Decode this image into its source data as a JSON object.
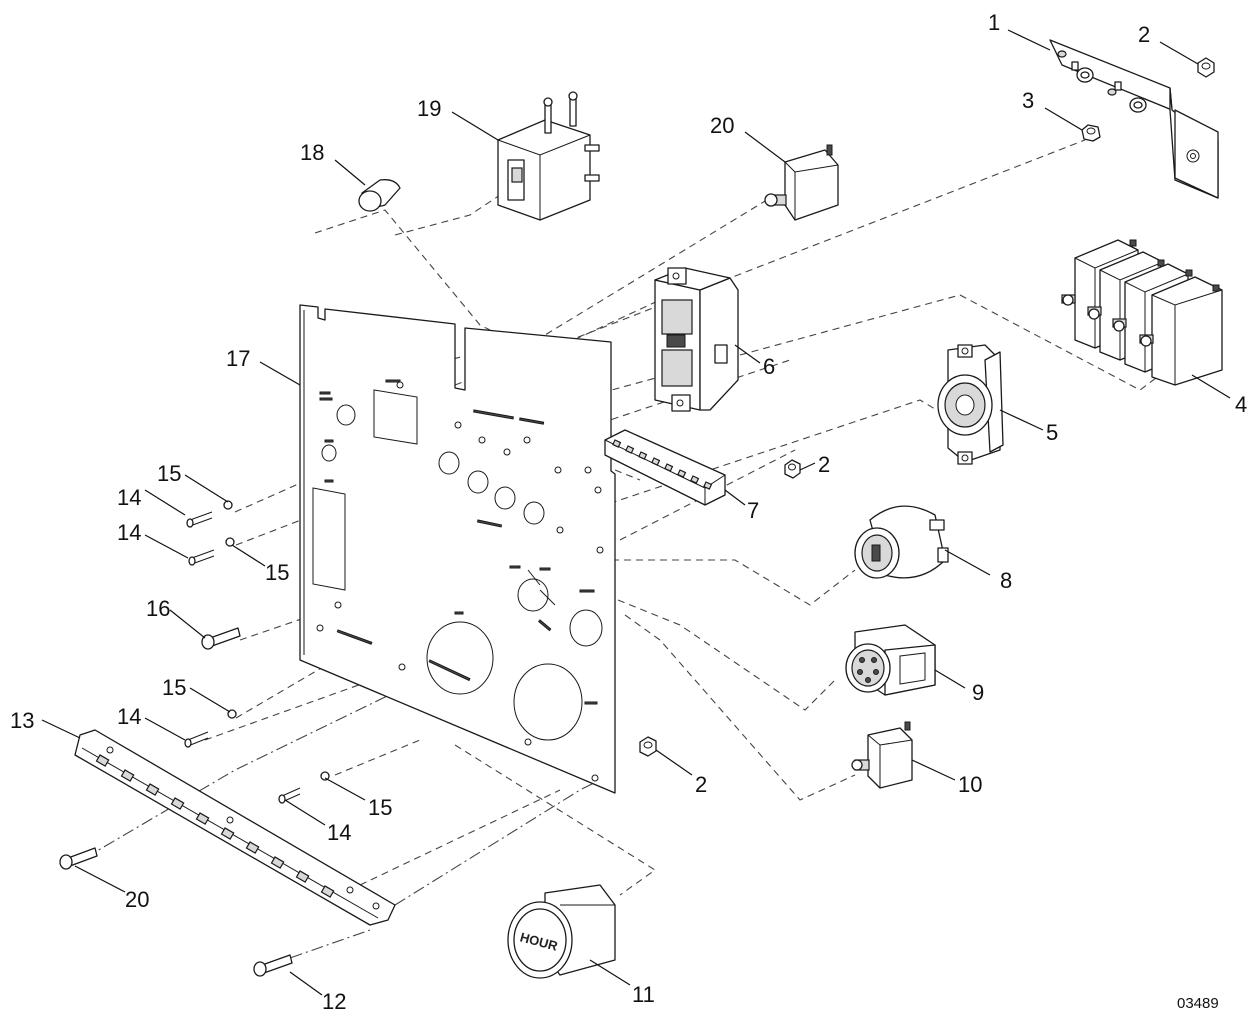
{
  "figure_number": "03489",
  "callouts": [
    {
      "id": "c1",
      "label": "1"
    },
    {
      "id": "c2a",
      "label": "2"
    },
    {
      "id": "c3",
      "label": "3"
    },
    {
      "id": "c4",
      "label": "4"
    },
    {
      "id": "c5",
      "label": "5"
    },
    {
      "id": "c6",
      "label": "6"
    },
    {
      "id": "c7",
      "label": "7"
    },
    {
      "id": "c2b",
      "label": "2"
    },
    {
      "id": "c8",
      "label": "8"
    },
    {
      "id": "c9",
      "label": "9"
    },
    {
      "id": "c10",
      "label": "10"
    },
    {
      "id": "c2c",
      "label": "2"
    },
    {
      "id": "c11",
      "label": "11"
    },
    {
      "id": "c12",
      "label": "12"
    },
    {
      "id": "c13",
      "label": "13"
    },
    {
      "id": "c14a",
      "label": "14"
    },
    {
      "id": "c14b",
      "label": "14"
    },
    {
      "id": "c14c",
      "label": "14"
    },
    {
      "id": "c14d",
      "label": "14"
    },
    {
      "id": "c15a",
      "label": "15"
    },
    {
      "id": "c15b",
      "label": "15"
    },
    {
      "id": "c15c",
      "label": "15"
    },
    {
      "id": "c15d",
      "label": "15"
    },
    {
      "id": "c16",
      "label": "16"
    },
    {
      "id": "c17",
      "label": "17"
    },
    {
      "id": "c18",
      "label": "18"
    },
    {
      "id": "c19",
      "label": "19"
    },
    {
      "id": "c20a",
      "label": "20"
    },
    {
      "id": "c20b",
      "label": "20"
    }
  ],
  "hour_meter_face": "HOUR"
}
